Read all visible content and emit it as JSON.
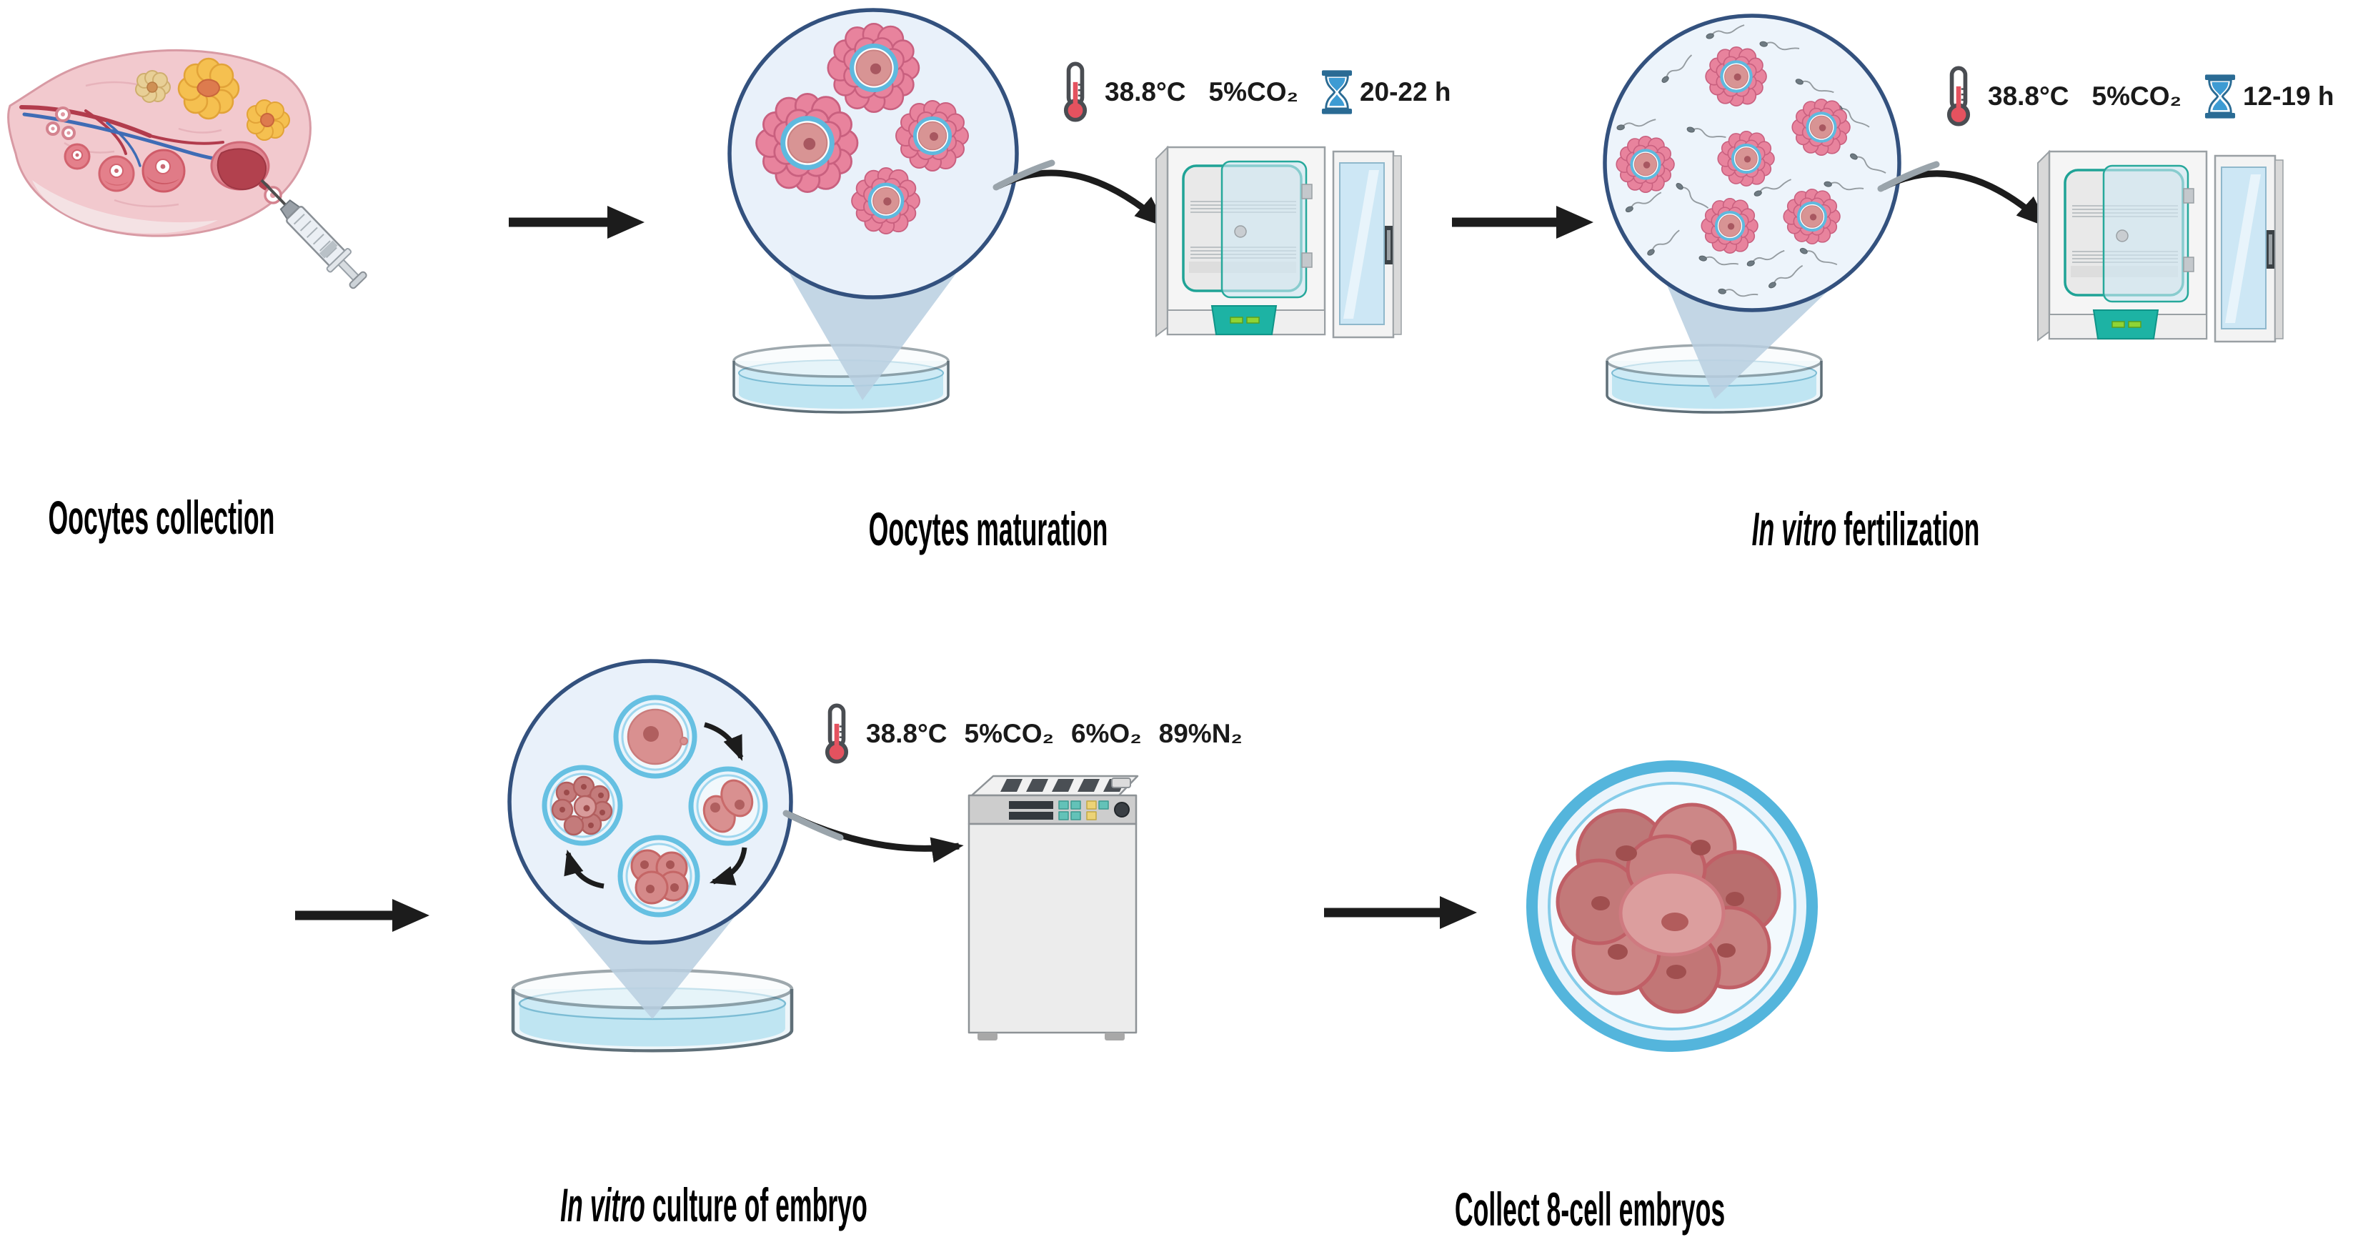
{
  "steps": {
    "collection": {
      "label": "Oocytes collection"
    },
    "maturation": {
      "label": "Oocytes maturation",
      "temperature": "38.8°C",
      "co2": "5%CO₂",
      "duration": "20-22 h"
    },
    "fertilization": {
      "label_italic": "In vitro",
      "label_rest": " fertilization",
      "temperature": "38.8°C",
      "co2": "5%CO₂",
      "duration": "12-19 h"
    },
    "culture": {
      "label_italic": "In vitro",
      "label_rest": " culture of embryo",
      "temperature": "38.8°C",
      "co2": "5%CO₂",
      "o2": "6%O₂",
      "n2": "89%N₂"
    },
    "collect": {
      "label": "Collect 8-cell embryos"
    }
  },
  "icons": {
    "thermometer-icon": "temperature",
    "hourglass-icon": "incubation-time"
  },
  "colors": {
    "magnifier_border": "#33517e",
    "magnifier_fill": "#e9f1fa",
    "zona_blue": "#54b5dc",
    "cumulus_pink": "#e8839d",
    "cell_pink": "#d89494",
    "incubator_teal": "#1db3a4",
    "thermometer_red": "#e4525f",
    "hourglass_blue": "#2a6b94",
    "arrow_black": "#1c1c1c"
  }
}
